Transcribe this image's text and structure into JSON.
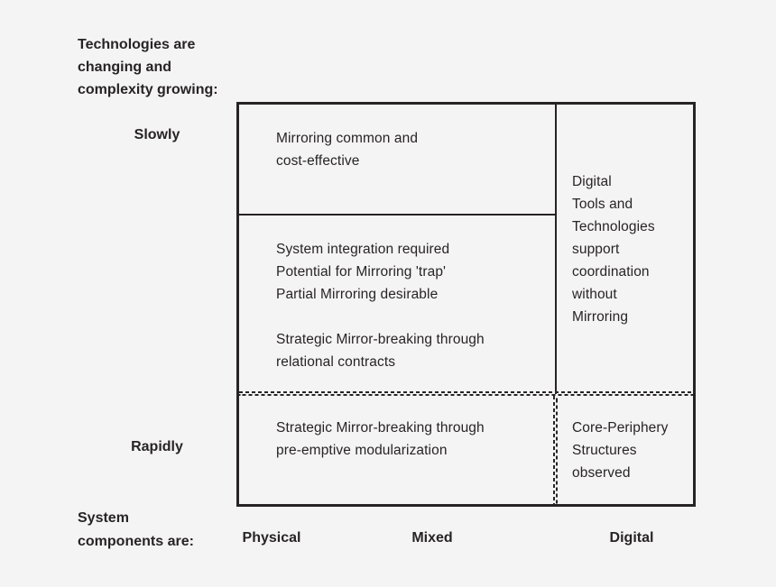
{
  "figure": {
    "y_axis": {
      "title": "Technologies are\nchanging and\ncomplexity growing:",
      "label_slow": "Slowly",
      "label_rapid": "Rapidly"
    },
    "x_axis": {
      "title": "System\ncomponents are:",
      "labels": [
        "Physical",
        "Mixed",
        "Digital"
      ]
    },
    "cells": {
      "top_left": "Mirroring common and\ncost-effective",
      "middle_left": "System integration required\nPotential for Mirroring 'trap'\nPartial Mirroring desirable\n\nStrategic Mirror-breaking through\nrelational contracts",
      "right_column": "Digital\nTools and\nTechnologies\nsupport\ncoordination\nwithout\nMirroring",
      "bottom_left": "Strategic Mirror-breaking through\npre-emptive modularization",
      "bottom_right": "Core-Periphery\nStructures\nobserved"
    },
    "colors": {
      "background": "#f5f4f4",
      "ink": "#272425"
    }
  }
}
